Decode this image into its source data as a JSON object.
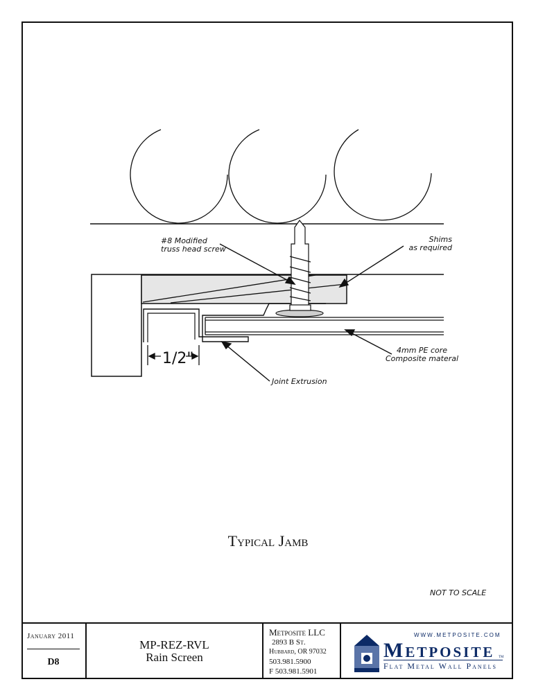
{
  "drawing": {
    "title": "Typical Jamb",
    "scale_note": "NOT TO SCALE",
    "dimension": "1/2\"",
    "callouts": {
      "screw_line1": "#8 Modified",
      "screw_line2": "truss head screw",
      "shims_line1": "Shims",
      "shims_line2": "as required",
      "core_line1": "4mm PE core",
      "core_line2": "Composite materal",
      "joint": "Joint Extrusion"
    }
  },
  "title_block": {
    "date": "January 2011",
    "sheet": "D8",
    "project_line1": "MP-REZ-RVL",
    "project_line2": "Rain Screen",
    "company": "Metposite LLC",
    "street": "2893 B St.",
    "city": "Hubbard, OR 97032",
    "phone": "503.981.5900",
    "fax": "F 503.981.5901",
    "logo": {
      "website": "WWW.METPOSITE.COM",
      "name": "Metposite",
      "tm": "TM",
      "tagline": "Flat Metal Wall Panels"
    }
  },
  "colors": {
    "ink": "#111111",
    "shim_fill": "#e6e6e6",
    "brand": "#0c2a66"
  }
}
